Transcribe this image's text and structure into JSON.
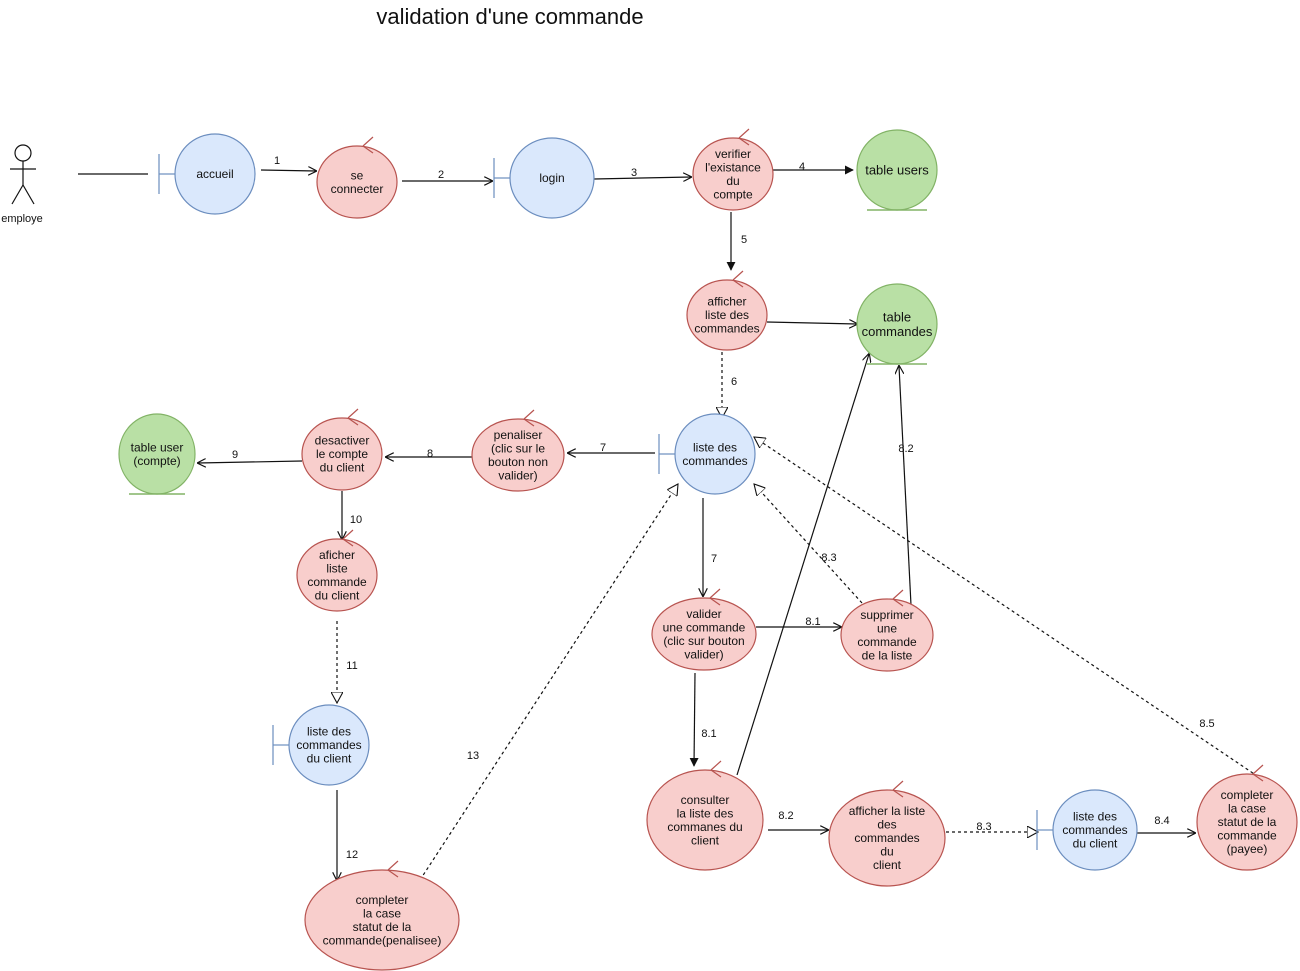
{
  "title": "validation d'une commande",
  "colors": {
    "boundary_fill": "#dae8fc",
    "boundary_stroke": "#6c8ebf",
    "control_fill": "#f8cecc",
    "control_stroke": "#b85450",
    "entity_fill": "#b9e0a5",
    "entity_stroke": "#82b366"
  },
  "actor": {
    "label": "employe"
  },
  "nodes": {
    "accueil": "accueil",
    "se_connecter": "se\nconnecter",
    "login": "login",
    "verifier": "verifier\nl'existance\ndu\ncompte",
    "table_users": "table users",
    "afficher_liste": "afficher\nliste des\ncommandes",
    "table_commandes": "table\ncommandes",
    "liste_commandes": "liste des\ncommandes",
    "penaliser": "penaliser\n(clic sur le\nbouton non\nvalider)",
    "desactiver": "desactiver\nle compte\ndu client",
    "table_user_compte": "table user\n(compte)",
    "aficher_cmd_client": "aficher\nliste\ncommande\ndu client",
    "liste_cmd_client_left": "liste des\ncommandes\ndu client",
    "completer_penalisee": "completer\nla case\nstatut de la\ncommande(penalisee)",
    "valider": "valider\nune commande\n(clic sur bouton\nvalider)",
    "supprimer": "supprimer\nune\ncommande\nde la liste",
    "consulter": "consulter\nla liste des\ncommanes du\nclient",
    "afficher_client": "afficher la liste\ndes\ncommandes\ndu\nclient",
    "liste_cmd_client_right": "liste des\ncommandes\ndu client",
    "completer_payee": "completer\nla case\nstatut de la\ncommande\n(payee)"
  },
  "edge_labels": {
    "e1": "1",
    "e2": "2",
    "e3": "3",
    "e4": "4",
    "e5": "5",
    "e6": "6",
    "e7a": "7",
    "e7b": "7",
    "e8": "8",
    "e9": "9",
    "e10": "10",
    "e11": "11",
    "e12": "12",
    "e13": "13",
    "e81a": "8.1",
    "e81b": "8.1",
    "e82a": "8.2",
    "e82b": "8.2",
    "e83a": "8.3",
    "e83b": "8.3",
    "e84": "8.4",
    "e85": "8.5"
  }
}
